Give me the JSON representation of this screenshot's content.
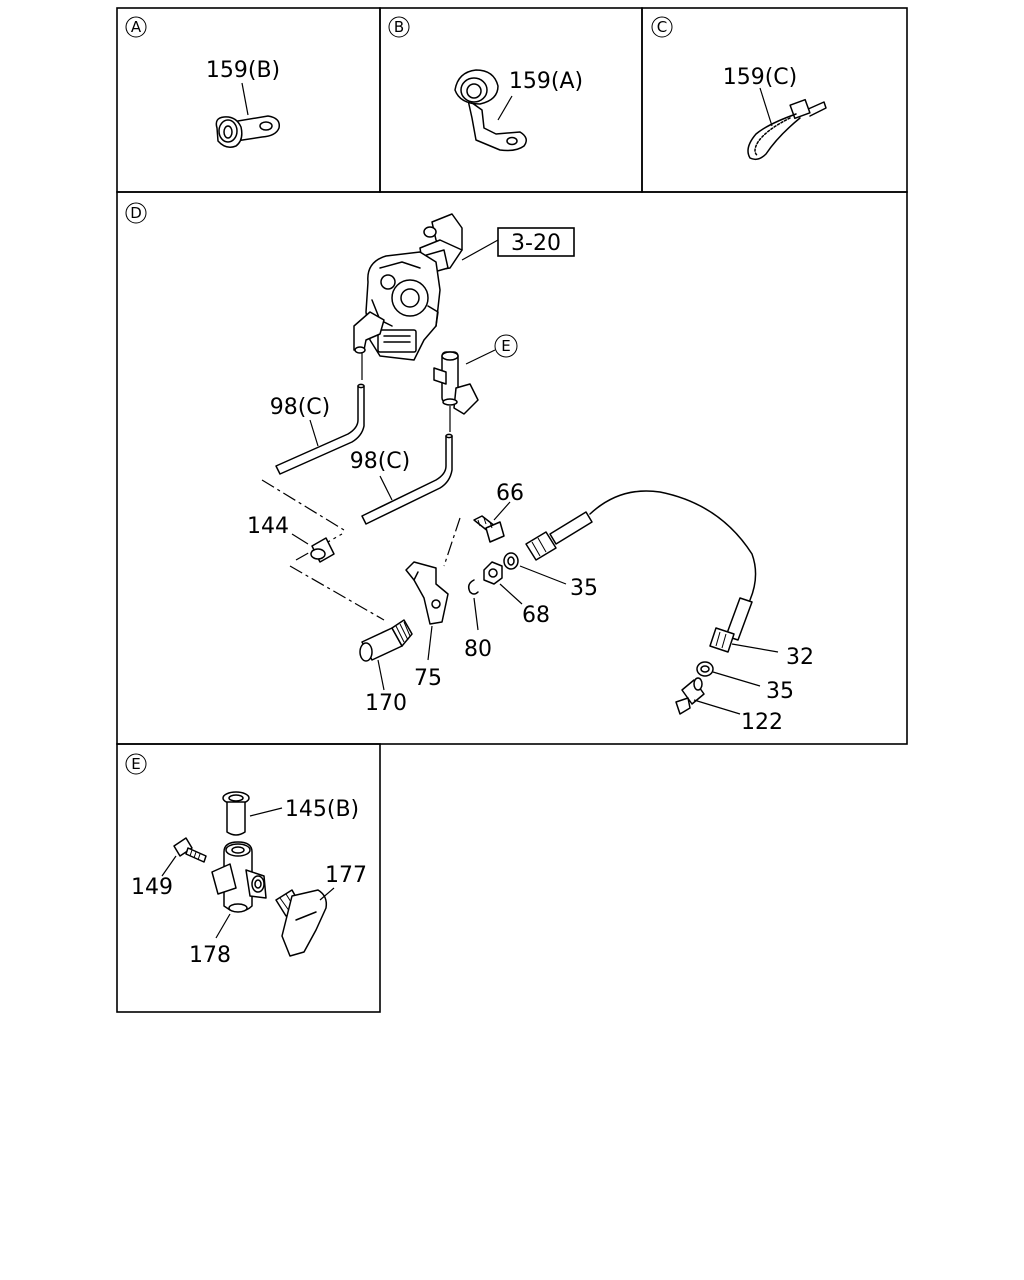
{
  "panels": {
    "A": {
      "id": "A",
      "labels": {
        "part": "159(B)"
      }
    },
    "B": {
      "id": "B",
      "labels": {
        "part": "159(A)"
      }
    },
    "C": {
      "id": "C",
      "labels": {
        "part": "159(C)"
      }
    },
    "D": {
      "id": "D",
      "ref_box": "3-20",
      "callout": "E",
      "labels": {
        "hose_upper": "98(C)",
        "hose_lower": "98(C)",
        "p144": "144",
        "p66": "66",
        "p35_top": "35",
        "p68": "68",
        "p80": "80",
        "p75": "75",
        "p170": "170",
        "p32": "32",
        "p35_bottom": "35",
        "p122": "122"
      }
    },
    "E": {
      "id": "E",
      "labels": {
        "p145": "145(B)",
        "p149": "149",
        "p177": "177",
        "p178": "178"
      }
    }
  }
}
